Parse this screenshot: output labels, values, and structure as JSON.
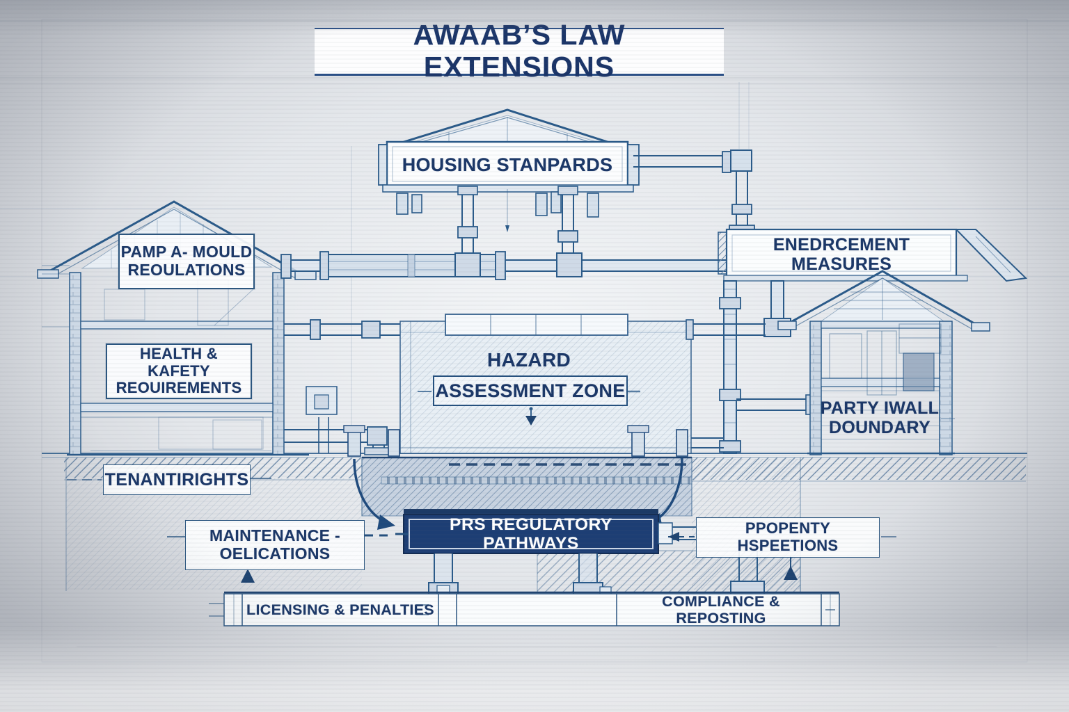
{
  "title": "AWAAB’S LAW EXTENSIONS",
  "colors": {
    "ink": "#2a5a89",
    "ink_dark": "#1e4370",
    "text_navy": "#1b3767",
    "banner_white": "#fbfdfe",
    "prs_fill": "#1d3e74",
    "prs_text": "#ffffff",
    "background": "#e4e7eb"
  },
  "nodes": {
    "housing_standards": {
      "label": "HOUSING STANPARDS"
    },
    "damp_mould": {
      "line1": "PAMP A- MOULD",
      "line2": "REOULATIONS"
    },
    "health_safety": {
      "line1": "HEALTH & KAFETY",
      "line2": "REOUIREMENTS"
    },
    "tenant_rights": {
      "label": "TENANTIRIGHTS"
    },
    "hazard": {
      "line1": "HAZARD",
      "line2": "ASSESSMENT ZONE"
    },
    "enforcement": {
      "label": "ENEDRCEMENT MEASURES"
    },
    "party_wall": {
      "line1": "PARTY IWALL",
      "line2": "DOUNDARY"
    },
    "maintenance": {
      "line1": "MAINTENANCE -",
      "line2": "OELICATIONS"
    },
    "prs": {
      "label": "PRS REGULATORY PATHWAYS"
    },
    "property_inspections": {
      "label": "PPOPENTY HSPEETIONS"
    },
    "licensing": {
      "label": "LICENSING & PENALTIES"
    },
    "compliance": {
      "label": "COMPLIANCE & REPOSTING"
    }
  }
}
